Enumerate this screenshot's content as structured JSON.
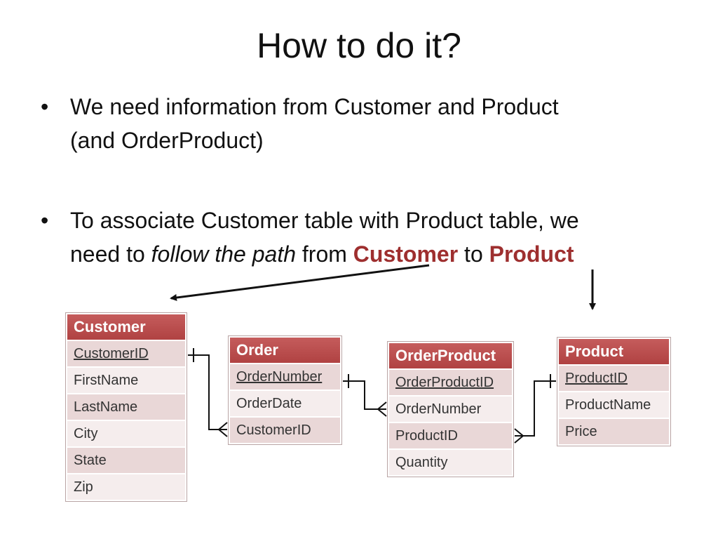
{
  "slide": {
    "title": "How to do it?",
    "bullet_1": {
      "line_1": "We need information from Customer and Product",
      "line_2": "(and OrderProduct)"
    },
    "bullet_2": {
      "line_1": "To associate Customer table with Product table, we",
      "line_2_pre": "need to ",
      "line_2_italic": "follow the path",
      "line_2_mid": " from ",
      "line_2_customer": "Customer",
      "line_2_to": " to ",
      "line_2_product": "Product"
    },
    "bullet_symbol": "•"
  },
  "colors": {
    "header_red": "#b04242",
    "accent_text": "#9e2f2f",
    "row_dark": "#e9d7d7",
    "row_light": "#f5eded"
  },
  "tables": {
    "customer": {
      "name": "Customer",
      "fields": [
        "CustomerID",
        "FirstName",
        "LastName",
        "City",
        "State",
        "Zip"
      ]
    },
    "order": {
      "name": "Order",
      "fields": [
        "OrderNumber",
        "OrderDate",
        "CustomerID"
      ]
    },
    "orderproduct": {
      "name": "OrderProduct",
      "fields": [
        "OrderProductID",
        "OrderNumber",
        "ProductID",
        "Quantity"
      ]
    },
    "product": {
      "name": "Product",
      "fields": [
        "ProductID",
        "ProductName",
        "Price"
      ]
    }
  }
}
